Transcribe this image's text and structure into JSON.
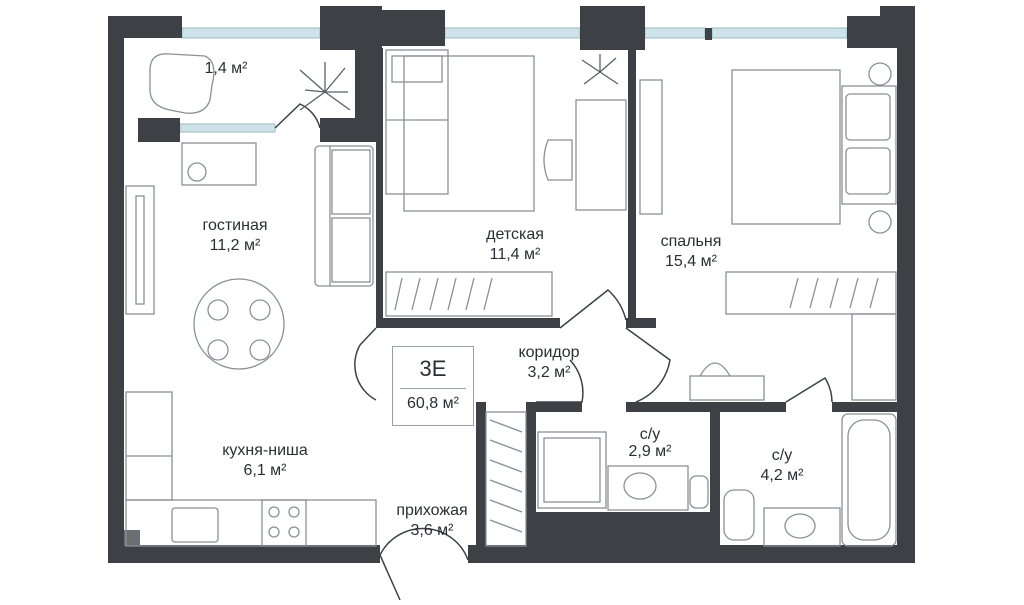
{
  "apartment": {
    "code": "3Е",
    "total_area": "60,8 м²"
  },
  "rooms": [
    {
      "id": "balcony",
      "name": "",
      "area": "1,4 м²"
    },
    {
      "id": "living",
      "name": "гостиная",
      "area": "11,2 м²"
    },
    {
      "id": "kids",
      "name": "детская",
      "area": "11,4 м²"
    },
    {
      "id": "bedroom",
      "name": "спальня",
      "area": "15,4 м²"
    },
    {
      "id": "corridor",
      "name": "коридор",
      "area": "3,2 м²"
    },
    {
      "id": "bath1",
      "name": "с/у",
      "area": "2,9 м²"
    },
    {
      "id": "bath2",
      "name": "с/у",
      "area": "4,2 м²"
    },
    {
      "id": "kitchen",
      "name": "кухня-ниша",
      "area": "6,1 м²"
    },
    {
      "id": "hall",
      "name": "прихожая",
      "area": "3,6 м²"
    }
  ],
  "colors": {
    "wall": "#3d4145",
    "furniture": "#8a9096",
    "window": "#cfe4ea",
    "text": "#2b2f33"
  }
}
